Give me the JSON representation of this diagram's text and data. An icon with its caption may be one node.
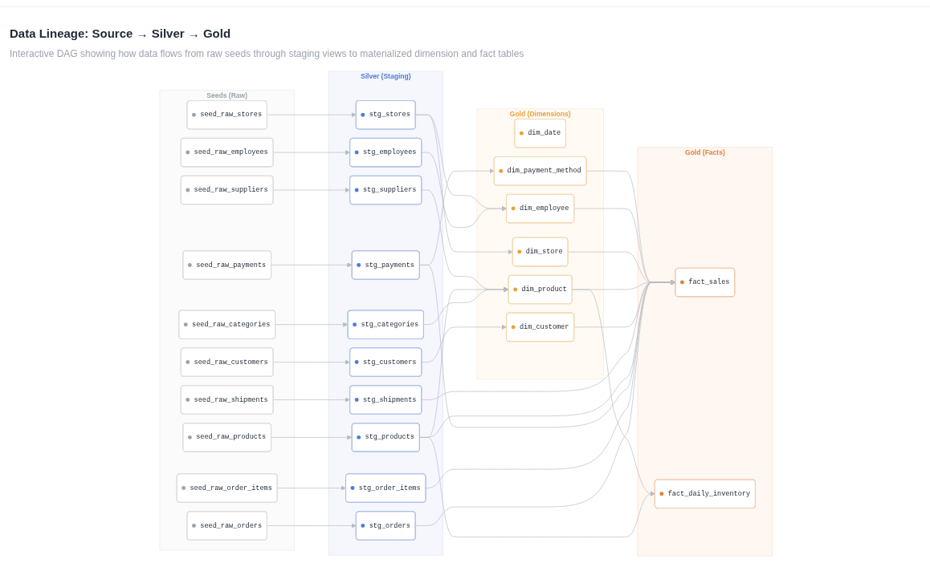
{
  "diagram": {
    "title": "Data Lineage: Source → Silver → Gold",
    "nodes": [
      {
        "text": [
          "Seeds (Raw)"
        ]
      },
      {
        "text": [
          "seed_raw_categories"
        ],
        "in": 0
      },
      {
        "text": [
          "seed_raw_customers"
        ],
        "in": 0
      },
      {
        "text": [
          "seed_raw_employees"
        ],
        "in": 0
      },
      {
        "text": [
          "seed_raw_orders"
        ],
        "in": 0
      },
      {
        "text": [
          "seed_raw_order_items"
        ],
        "in": 0
      },
      {
        "text": [
          "seed_raw_payments"
        ],
        "in": 0
      },
      {
        "text": [
          "seed_raw_products"
        ],
        "in": 0
      },
      {
        "text": [
          "seed_raw_shipments"
        ],
        "in": 0
      },
      {
        "text": [
          "seed_raw_stores"
        ],
        "in": 0
      },
      {
        "text": [
          "seed_raw_suppliers"
        ],
        "in": 0
      },
      {
        "text": [
          "Silver (Staging)"
        ]
      },
      {
        "text": [
          "stg_categories"
        ],
        "in": 11
      },
      {
        "text": [
          "stg_customers"
        ],
        "in": 11
      },
      {
        "text": [
          "stg_employees"
        ],
        "in": 11
      },
      {
        "text": [
          "stg_orders"
        ],
        "in": 11
      },
      {
        "text": [
          "stg_order_items"
        ],
        "in": 11
      },
      {
        "text": [
          "stg_payments"
        ],
        "in": 11
      },
      {
        "text": [
          "stg_products"
        ],
        "in": 11
      },
      {
        "text": [
          "stg_shipments"
        ],
        "in": 11
      },
      {
        "text": [
          "stg_stores"
        ],
        "in": 11
      },
      {
        "text": [
          "stg_suppliers"
        ],
        "in": 11
      },
      {
        "text": [
          "Gold (Dimensions)"
        ]
      },
      {
        "text": [
          "dim_date"
        ],
        "in": 22
      },
      {
        "text": [
          "dim_customer"
        ],
        "in": 22
      },
      {
        "text": [
          "dim_product"
        ],
        "in": 22
      },
      {
        "text": [
          "dim_store"
        ],
        "in": 22
      },
      {
        "text": [
          "dim_employee"
        ],
        "in": 22
      },
      {
        "text": [
          "dim_payment_method"
        ],
        "in": 22
      },
      {
        "text": [
          "Gold (Facts)"
        ]
      },
      {
        "text": [
          "fact_sales"
        ],
        "in": 29
      },
      {
        "text": [
          "fact_daily_inventory"
        ],
        "in": 29
      }
    ],
    "edges": [
      {
        "from": 1,
        "to": 12,
        "arrow": "to"
      },
      {
        "from": 2,
        "to": 13,
        "arrow": "to"
      },
      {
        "from": 3,
        "to": 14,
        "arrow": "to"
      },
      {
        "from": 4,
        "to": 15,
        "arrow": "to"
      },
      {
        "from": 5,
        "to": 16,
        "arrow": "to"
      },
      {
        "from": 6,
        "to": 17,
        "arrow": "to"
      },
      {
        "from": 7,
        "to": 18,
        "arrow": "to"
      },
      {
        "from": 8,
        "to": 19,
        "arrow": "to"
      },
      {
        "from": 9,
        "to": 20,
        "arrow": "to"
      },
      {
        "from": 10,
        "to": 21,
        "arrow": "to"
      },
      {
        "from": 12,
        "to": 25,
        "arrow": "to"
      },
      {
        "from": 13,
        "to": 24,
        "arrow": "to"
      },
      {
        "from": 14,
        "to": 27,
        "arrow": "to"
      },
      {
        "from": 15,
        "to": 30,
        "arrow": "to"
      },
      {
        "from": 16,
        "to": 30,
        "arrow": "to"
      },
      {
        "from": 17,
        "to": 28,
        "arrow": "to"
      },
      {
        "from": 17,
        "to": 30,
        "arrow": "to"
      },
      {
        "from": 18,
        "to": 25,
        "arrow": "to"
      },
      {
        "from": 18,
        "to": 30,
        "arrow": "to"
      },
      {
        "from": 18,
        "to": 31,
        "arrow": "to"
      },
      {
        "from": 19,
        "to": 30,
        "arrow": "to"
      },
      {
        "from": 20,
        "to": 26,
        "arrow": "to"
      },
      {
        "from": 20,
        "to": 27,
        "arrow": "to"
      },
      {
        "from": 21,
        "to": 25,
        "arrow": "to"
      },
      {
        "from": 24,
        "to": 30,
        "arrow": "to"
      },
      {
        "from": 25,
        "to": 30,
        "arrow": "to"
      },
      {
        "from": 25,
        "to": 31,
        "arrow": "to"
      },
      {
        "from": 26,
        "to": 30,
        "arrow": "to"
      },
      {
        "from": 27,
        "to": 30,
        "arrow": "to"
      },
      {
        "from": 28,
        "to": 30,
        "arrow": "to"
      }
    ],
    "labels": [
      "Interactive DAG showing how data flows from raw seeds through staging views to materialized dimension and fact tables"
    ]
  }
}
